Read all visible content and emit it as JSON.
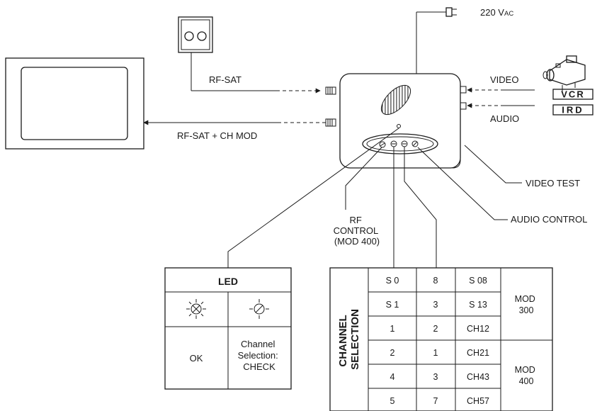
{
  "power": {
    "label": "220 V",
    "unit_suffix": "AC"
  },
  "signals": {
    "rf_sat": "RF-SAT",
    "rf_sat_ch_mod": "RF-SAT + CH MOD",
    "video": "VIDEO",
    "audio": "AUDIO"
  },
  "sources": {
    "vcr": "VCR",
    "ird": "IRD"
  },
  "callouts": {
    "video_test": "VIDEO TEST",
    "audio_control": "AUDIO CONTROL",
    "rf_control": [
      "RF",
      "CONTROL",
      "(MOD 400)"
    ]
  },
  "led_table": {
    "title": "LED",
    "states": [
      "OK",
      "Channel",
      "Selection:",
      "CHECK"
    ]
  },
  "channel_table": {
    "side_label": [
      "CHANNEL",
      "SELECTION"
    ],
    "rows": [
      [
        "S 0",
        "8",
        "S 08"
      ],
      [
        "S 1",
        "3",
        "S 13"
      ],
      [
        "1",
        "2",
        "CH12"
      ],
      [
        "2",
        "1",
        "CH21"
      ],
      [
        "4",
        "3",
        "CH43"
      ],
      [
        "5",
        "7",
        "CH57"
      ]
    ],
    "groups": [
      {
        "label": [
          "MOD",
          "300"
        ]
      },
      {
        "label": [
          "MOD",
          "400"
        ]
      }
    ]
  }
}
